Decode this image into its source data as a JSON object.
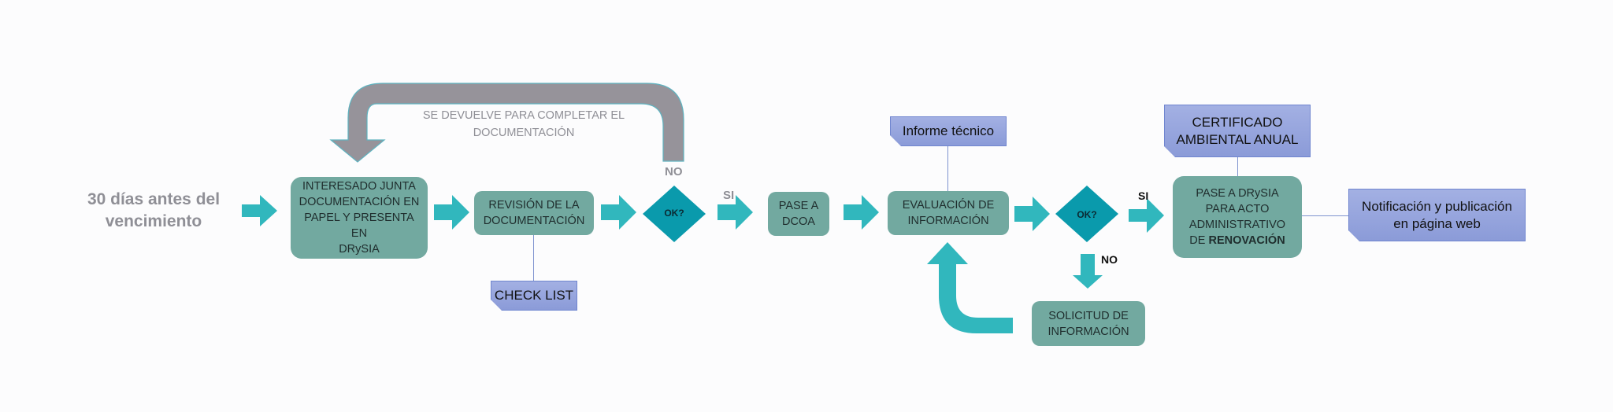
{
  "start_label": [
    "30 días antes del",
    "vencimiento"
  ],
  "return_loop_label": [
    "SE DEVUELVE PARA COMPLETAR EL",
    "DOCUMENTACIÓN"
  ],
  "colors": {
    "process_fill": "#72a9a0",
    "arrow_fill": "#31b7bd",
    "decision_fill": "#0a9aac",
    "document_fill": "#93a3dc",
    "return_arrow_fill": "#96939a",
    "label_grey": "#8f8f96"
  },
  "processes": {
    "interesado": [
      "INTERESADO JUNTA",
      "DOCUMENTACIÓN EN",
      "PAPEL Y PRESENTA EN",
      "DRySIA"
    ],
    "revision": [
      "REVISIÓN DE LA",
      "DOCUMENTACIÓN"
    ],
    "pase_dcoa": [
      "PASE A",
      "DCOA"
    ],
    "evaluacion": [
      "EVALUACIÓN DE",
      "INFORMACIÓN"
    ],
    "solicitud": [
      "SOLICITUD DE",
      "INFORMACIÓN"
    ],
    "pase_drysia": {
      "lines": [
        "PASE A DRySIA",
        "PARA ACTO",
        "ADMINISTRATIVO"
      ],
      "last_prefix": "DE ",
      "last_bold": "RENOVACIÓN"
    }
  },
  "decisions": {
    "first": "OK?",
    "second": "OK?"
  },
  "branch_labels": {
    "first_no": "NO",
    "first_si": "SI",
    "second_si": "SI",
    "second_no": "NO"
  },
  "documents": {
    "check_list": "CHECK LIST",
    "informe": "Informe técnico",
    "certificado": [
      "CERTIFICADO",
      "AMBIENTAL ANUAL"
    ],
    "notificacion": [
      "Notificación y publicación",
      "en página web"
    ]
  }
}
